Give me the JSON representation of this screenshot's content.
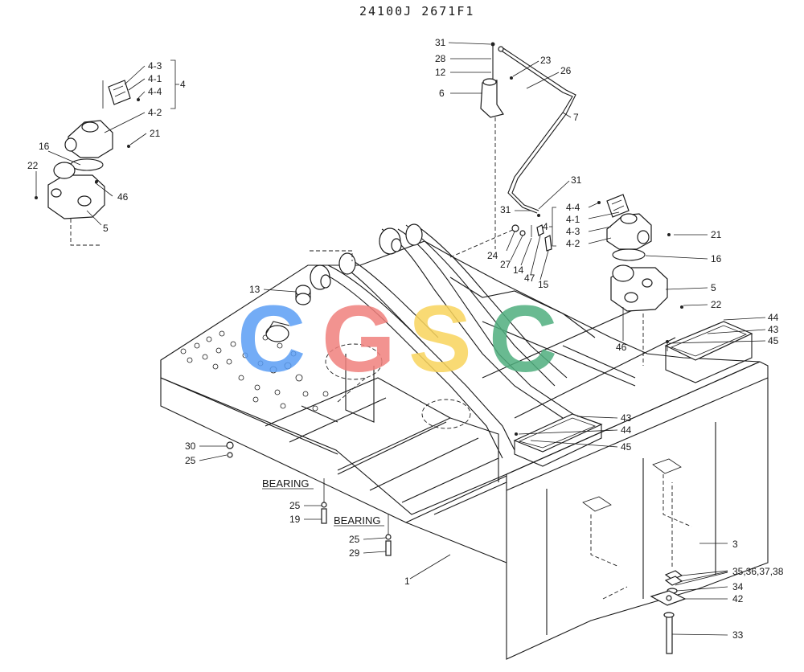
{
  "title": "24100J 2671F1",
  "bearing_labels": [
    "BEARING",
    "BEARING"
  ],
  "watermark": {
    "letters": [
      "C",
      "G",
      "S",
      "C"
    ],
    "colors": [
      "#5b9ef5",
      "#f0817d",
      "#f9d45c",
      "#4fae7e"
    ]
  },
  "callouts": {
    "c4_3a": "4-3",
    "c4_1a": "4-1",
    "c4_4a": "4-4",
    "c4a": "4",
    "c4_2a": "4-2",
    "c21a": "21",
    "c16a": "16",
    "c22a": "22",
    "c46a": "46",
    "c5a": "5",
    "c31a": "31",
    "c28": "28",
    "c12": "12",
    "c6": "6",
    "c23": "23",
    "c26": "26",
    "c7": "7",
    "c31b": "31",
    "c31c": "31",
    "c24": "24",
    "c27": "27",
    "c14": "14",
    "c47": "47",
    "c15": "15",
    "c4b": "4",
    "c4_4b": "4-4",
    "c4_1b": "4-1",
    "c4_3b": "4-3",
    "c4_2b": "4-2",
    "c21b": "21",
    "c16b": "16",
    "c5b": "5",
    "c22b": "22",
    "c46b": "46",
    "c44a": "44",
    "c43a": "43",
    "c45a": "45",
    "c13": "13",
    "c43b": "43",
    "c44b": "44",
    "c45b": "45",
    "c30": "30",
    "c25a": "25",
    "c25b": "25",
    "c19": "19",
    "c25c": "25",
    "c29": "29",
    "c1": "1",
    "c3": "3",
    "c35": "35,36,37,38",
    "c34": "34",
    "c42": "42",
    "c33": "33"
  }
}
